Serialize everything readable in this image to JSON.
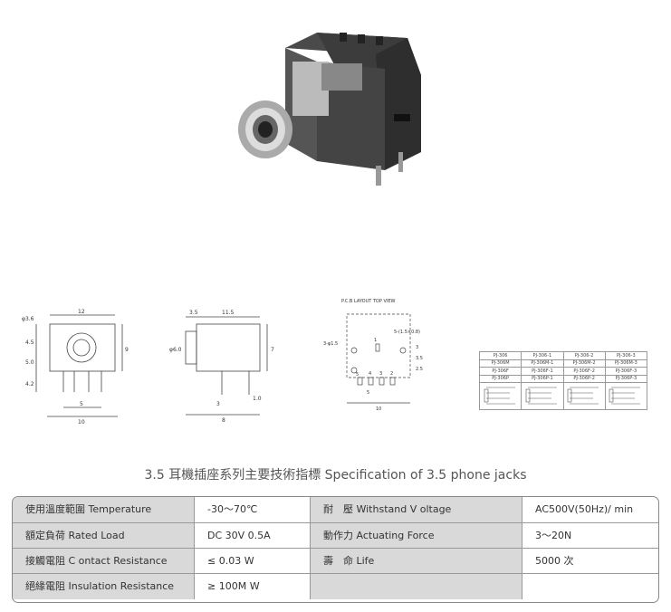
{
  "diagrams": {
    "front": {
      "dim_top": "12",
      "dim_hole": "φ3.6",
      "dim_45": "4.5",
      "dim_50": "5.0",
      "dim_42": "4.2",
      "dim_9": "9",
      "dim_5": "5",
      "dim_10": "10"
    },
    "side": {
      "dim_35": "3.5",
      "dim_115": "11.5",
      "dim_phi6": "φ6.0",
      "dim_7": "7",
      "dim_3": "3",
      "dim_10": "1.0",
      "dim_8": "8"
    },
    "pcb": {
      "header": "P.C.B LAYOUT    TOP VIEW",
      "slot": "5-(1.5×0.8)",
      "holes": "3-φ1.5",
      "pin5": "5",
      "pin4": "4",
      "pin3": "3",
      "pin2": "2",
      "pin1": "1",
      "dim_5": "5",
      "dim_10": "10",
      "dim_3": "3",
      "dim_35": "3.5",
      "dim_25": "2.5"
    }
  },
  "models": [
    [
      "PJ-306",
      "PJ-306-1",
      "PJ-306-2",
      "PJ-306-3"
    ],
    [
      "PJ-306M",
      "PJ-306M-1",
      "PJ-306M-2",
      "PJ-306M-3"
    ],
    [
      "PJ-306F",
      "PJ-306F-1",
      "PJ-306F-2",
      "PJ-306F-3"
    ],
    [
      "PJ-306P",
      "PJ-306P-1",
      "PJ-306P-2",
      "PJ-306P-3"
    ]
  ],
  "spec_title": "3.5 耳機插座系列主要技術指標 Specification of 3.5 phone jacks",
  "specs": [
    {
      "label1": "使用溫度範圍 Temperature",
      "value1": "-30～70℃",
      "label2": "耐　壓 Withstand V oltage",
      "value2": "AC500V(50Hz)/ min"
    },
    {
      "label1": "額定負荷  Rated Load",
      "value1": "DC  30V  0.5A",
      "label2": "動作力  Actuating Force",
      "value2": "3～20N"
    },
    {
      "label1": "接觸電阻  C ontact Resistance",
      "value1": "≤ 0.03 W",
      "label2": "壽　命  Life",
      "value2": "5000  次"
    },
    {
      "label1": "絕緣電阻  Insulation Resistance",
      "value1": "≥ 100M W",
      "label2": "",
      "value2": ""
    }
  ]
}
